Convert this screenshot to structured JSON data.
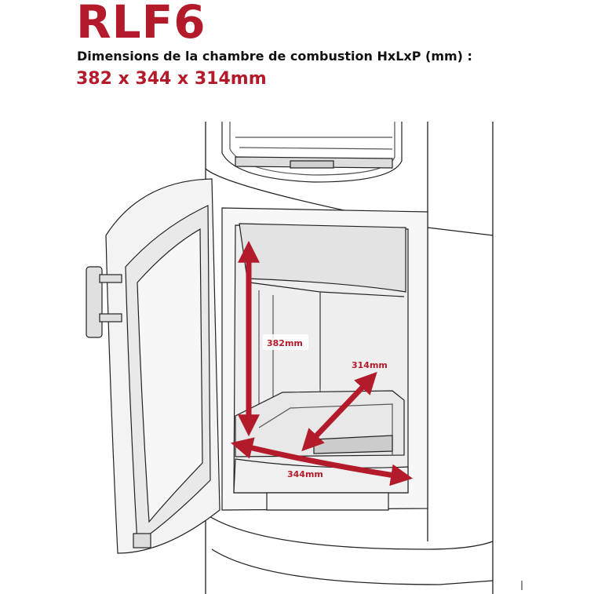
{
  "header": {
    "model": "RLF6",
    "caption": "Dimensions de la chambre de combustion HxLxP (mm) :",
    "dimensions": "382 x 344 x 314mm"
  },
  "annotations": {
    "height_label": "382mm",
    "depth_label": "314mm",
    "width_label": "344mm"
  },
  "colors": {
    "accent": "#b31b2b",
    "line": "#222222",
    "panel": "#e6e6e6"
  }
}
